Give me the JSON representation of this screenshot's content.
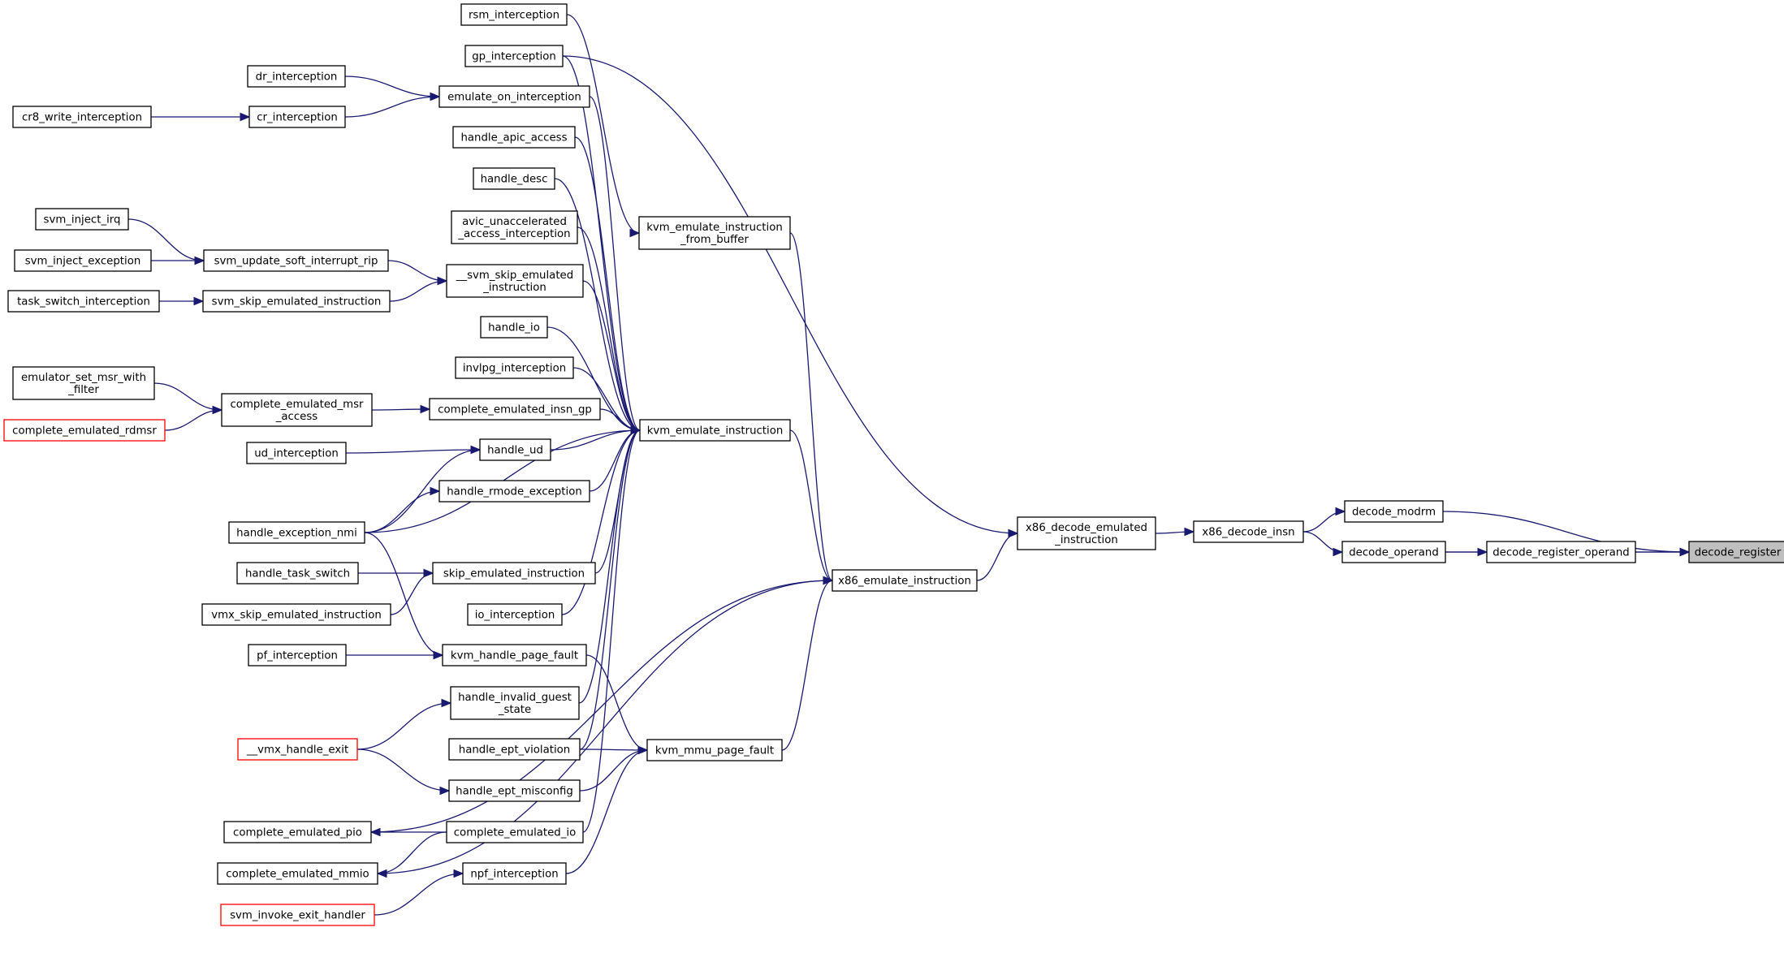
{
  "colors": {
    "edge": "#191970",
    "root_fill": "#bfbfbf",
    "red_border": "#ff0000",
    "border": "#000000"
  },
  "nodes": [
    {
      "id": "decode_register",
      "lines": [
        "decode_register"
      ],
      "style": "root"
    },
    {
      "id": "decode_modrm",
      "lines": [
        "decode_modrm"
      ],
      "style": "normal"
    },
    {
      "id": "decode_register_operand",
      "lines": [
        "decode_register_operand"
      ],
      "style": "normal"
    },
    {
      "id": "decode_operand",
      "lines": [
        "decode_operand"
      ],
      "style": "normal"
    },
    {
      "id": "x86_decode_insn",
      "lines": [
        "x86_decode_insn"
      ],
      "style": "normal"
    },
    {
      "id": "x86_decode_emulated_instruction",
      "lines": [
        "x86_decode_emulated",
        "_instruction"
      ],
      "style": "normal"
    },
    {
      "id": "x86_emulate_instruction",
      "lines": [
        "x86_emulate_instruction"
      ],
      "style": "normal"
    },
    {
      "id": "kvm_emulate_instruction_from_buffer",
      "lines": [
        "kvm_emulate_instruction",
        "_from_buffer"
      ],
      "style": "normal"
    },
    {
      "id": "kvm_emulate_instruction",
      "lines": [
        "kvm_emulate_instruction"
      ],
      "style": "normal"
    },
    {
      "id": "kvm_mmu_page_fault",
      "lines": [
        "kvm_mmu_page_fault"
      ],
      "style": "normal"
    },
    {
      "id": "rsm_interception",
      "lines": [
        "rsm_interception"
      ],
      "style": "normal"
    },
    {
      "id": "gp_interception",
      "lines": [
        "gp_interception"
      ],
      "style": "normal"
    },
    {
      "id": "emulate_on_interception",
      "lines": [
        "emulate_on_interception"
      ],
      "style": "normal"
    },
    {
      "id": "dr_interception",
      "lines": [
        "dr_interception"
      ],
      "style": "normal"
    },
    {
      "id": "cr_interception",
      "lines": [
        "cr_interception"
      ],
      "style": "normal"
    },
    {
      "id": "cr8_write_interception",
      "lines": [
        "cr8_write_interception"
      ],
      "style": "normal"
    },
    {
      "id": "handle_apic_access",
      "lines": [
        "handle_apic_access"
      ],
      "style": "normal"
    },
    {
      "id": "handle_desc",
      "lines": [
        "handle_desc"
      ],
      "style": "normal"
    },
    {
      "id": "avic_unaccelerated_access_interception",
      "lines": [
        "avic_unaccelerated",
        "_access_interception"
      ],
      "style": "normal"
    },
    {
      "id": "svm_inject_irq",
      "lines": [
        "svm_inject_irq"
      ],
      "style": "normal"
    },
    {
      "id": "svm_inject_exception",
      "lines": [
        "svm_inject_exception"
      ],
      "style": "normal"
    },
    {
      "id": "svm_update_soft_interrupt_rip",
      "lines": [
        "svm_update_soft_interrupt_rip"
      ],
      "style": "normal"
    },
    {
      "id": "__svm_skip_emulated_instruction",
      "lines": [
        "__svm_skip_emulated",
        "_instruction"
      ],
      "style": "normal"
    },
    {
      "id": "task_switch_interception",
      "lines": [
        "task_switch_interception"
      ],
      "style": "normal"
    },
    {
      "id": "svm_skip_emulated_instruction",
      "lines": [
        "svm_skip_emulated_instruction"
      ],
      "style": "normal"
    },
    {
      "id": "handle_io",
      "lines": [
        "handle_io"
      ],
      "style": "normal"
    },
    {
      "id": "invlpg_interception",
      "lines": [
        "invlpg_interception"
      ],
      "style": "normal"
    },
    {
      "id": "emulator_set_msr_with_filter",
      "lines": [
        "emulator_set_msr_with",
        "_filter"
      ],
      "style": "normal"
    },
    {
      "id": "complete_emulated_msr_access",
      "lines": [
        "complete_emulated_msr",
        "_access"
      ],
      "style": "normal"
    },
    {
      "id": "complete_emulated_insn_gp",
      "lines": [
        "complete_emulated_insn_gp"
      ],
      "style": "normal"
    },
    {
      "id": "complete_emulated_rdmsr",
      "lines": [
        "complete_emulated_rdmsr"
      ],
      "style": "red"
    },
    {
      "id": "ud_interception",
      "lines": [
        "ud_interception"
      ],
      "style": "normal"
    },
    {
      "id": "handle_ud",
      "lines": [
        "handle_ud"
      ],
      "style": "normal"
    },
    {
      "id": "handle_rmode_exception",
      "lines": [
        "handle_rmode_exception"
      ],
      "style": "normal"
    },
    {
      "id": "handle_exception_nmi",
      "lines": [
        "handle_exception_nmi"
      ],
      "style": "normal"
    },
    {
      "id": "handle_task_switch",
      "lines": [
        "handle_task_switch"
      ],
      "style": "normal"
    },
    {
      "id": "skip_emulated_instruction",
      "lines": [
        "skip_emulated_instruction"
      ],
      "style": "normal"
    },
    {
      "id": "vmx_skip_emulated_instruction",
      "lines": [
        "vmx_skip_emulated_instruction"
      ],
      "style": "normal"
    },
    {
      "id": "io_interception",
      "lines": [
        "io_interception"
      ],
      "style": "normal"
    },
    {
      "id": "pf_interception",
      "lines": [
        "pf_interception"
      ],
      "style": "normal"
    },
    {
      "id": "kvm_handle_page_fault",
      "lines": [
        "kvm_handle_page_fault"
      ],
      "style": "normal"
    },
    {
      "id": "handle_invalid_guest_state",
      "lines": [
        "handle_invalid_guest",
        "_state"
      ],
      "style": "normal"
    },
    {
      "id": "__vmx_handle_exit",
      "lines": [
        "__vmx_handle_exit"
      ],
      "style": "red"
    },
    {
      "id": "handle_ept_violation",
      "lines": [
        "handle_ept_violation"
      ],
      "style": "normal"
    },
    {
      "id": "handle_ept_misconfig",
      "lines": [
        "handle_ept_misconfig"
      ],
      "style": "normal"
    },
    {
      "id": "complete_emulated_pio",
      "lines": [
        "complete_emulated_pio"
      ],
      "style": "normal"
    },
    {
      "id": "complete_emulated_io",
      "lines": [
        "complete_emulated_io"
      ],
      "style": "normal"
    },
    {
      "id": "complete_emulated_mmio",
      "lines": [
        "complete_emulated_mmio"
      ],
      "style": "normal"
    },
    {
      "id": "npf_interception",
      "lines": [
        "npf_interception"
      ],
      "style": "normal"
    },
    {
      "id": "svm_invoke_exit_handler",
      "lines": [
        "svm_invoke_exit_handler"
      ],
      "style": "red"
    }
  ],
  "edges": [
    [
      "decode_modrm",
      "decode_register"
    ],
    [
      "decode_register_operand",
      "decode_register"
    ],
    [
      "decode_operand",
      "decode_register"
    ],
    [
      "decode_operand",
      "decode_register_operand"
    ],
    [
      "x86_decode_insn",
      "decode_modrm"
    ],
    [
      "x86_decode_insn",
      "decode_operand"
    ],
    [
      "x86_decode_emulated_instruction",
      "x86_decode_insn"
    ],
    [
      "gp_interception",
      "x86_decode_emulated_instruction"
    ],
    [
      "x86_emulate_instruction",
      "x86_decode_emulated_instruction"
    ],
    [
      "kvm_emulate_instruction",
      "x86_emulate_instruction"
    ],
    [
      "kvm_emulate_instruction_from_buffer",
      "x86_emulate_instruction"
    ],
    [
      "kvm_mmu_page_fault",
      "x86_emulate_instruction"
    ],
    [
      "complete_emulated_pio",
      "x86_emulate_instruction"
    ],
    [
      "complete_emulated_mmio",
      "x86_emulate_instruction"
    ],
    [
      "rsm_interception",
      "kvm_emulate_instruction_from_buffer"
    ],
    [
      "gp_interception",
      "kvm_emulate_instruction"
    ],
    [
      "emulate_on_interception",
      "kvm_emulate_instruction"
    ],
    [
      "handle_apic_access",
      "kvm_emulate_instruction"
    ],
    [
      "handle_desc",
      "kvm_emulate_instruction"
    ],
    [
      "avic_unaccelerated_access_interception",
      "kvm_emulate_instruction"
    ],
    [
      "__svm_skip_emulated_instruction",
      "kvm_emulate_instruction"
    ],
    [
      "handle_io",
      "kvm_emulate_instruction"
    ],
    [
      "invlpg_interception",
      "kvm_emulate_instruction"
    ],
    [
      "complete_emulated_insn_gp",
      "kvm_emulate_instruction"
    ],
    [
      "handle_ud",
      "kvm_emulate_instruction"
    ],
    [
      "handle_rmode_exception",
      "kvm_emulate_instruction"
    ],
    [
      "handle_exception_nmi",
      "kvm_emulate_instruction"
    ],
    [
      "skip_emulated_instruction",
      "kvm_emulate_instruction"
    ],
    [
      "io_interception",
      "kvm_emulate_instruction"
    ],
    [
      "handle_invalid_guest_state",
      "kvm_emulate_instruction"
    ],
    [
      "handle_ept_violation",
      "kvm_emulate_instruction"
    ],
    [
      "complete_emulated_io",
      "kvm_emulate_instruction"
    ],
    [
      "dr_interception",
      "emulate_on_interception"
    ],
    [
      "cr_interception",
      "emulate_on_interception"
    ],
    [
      "cr8_write_interception",
      "cr_interception"
    ],
    [
      "svm_update_soft_interrupt_rip",
      "__svm_skip_emulated_instruction"
    ],
    [
      "svm_skip_emulated_instruction",
      "__svm_skip_emulated_instruction"
    ],
    [
      "svm_inject_irq",
      "svm_update_soft_interrupt_rip"
    ],
    [
      "svm_inject_exception",
      "svm_update_soft_interrupt_rip"
    ],
    [
      "task_switch_interception",
      "svm_skip_emulated_instruction"
    ],
    [
      "complete_emulated_msr_access",
      "complete_emulated_insn_gp"
    ],
    [
      "emulator_set_msr_with_filter",
      "complete_emulated_msr_access"
    ],
    [
      "complete_emulated_rdmsr",
      "complete_emulated_msr_access"
    ],
    [
      "ud_interception",
      "handle_ud"
    ],
    [
      "handle_exception_nmi",
      "handle_ud"
    ],
    [
      "handle_exception_nmi",
      "handle_rmode_exception"
    ],
    [
      "handle_exception_nmi",
      "kvm_handle_page_fault"
    ],
    [
      "handle_task_switch",
      "skip_emulated_instruction"
    ],
    [
      "vmx_skip_emulated_instruction",
      "skip_emulated_instruction"
    ],
    [
      "pf_interception",
      "kvm_handle_page_fault"
    ],
    [
      "kvm_handle_page_fault",
      "kvm_mmu_page_fault"
    ],
    [
      "handle_ept_violation",
      "kvm_mmu_page_fault"
    ],
    [
      "handle_ept_misconfig",
      "kvm_mmu_page_fault"
    ],
    [
      "npf_interception",
      "kvm_mmu_page_fault"
    ],
    [
      "__vmx_handle_exit",
      "handle_invalid_guest_state"
    ],
    [
      "__vmx_handle_exit",
      "handle_ept_misconfig"
    ],
    [
      "complete_emulated_io",
      "complete_emulated_pio"
    ],
    [
      "complete_emulated_io",
      "complete_emulated_mmio"
    ],
    [
      "svm_invoke_exit_handler",
      "npf_interception"
    ]
  ]
}
